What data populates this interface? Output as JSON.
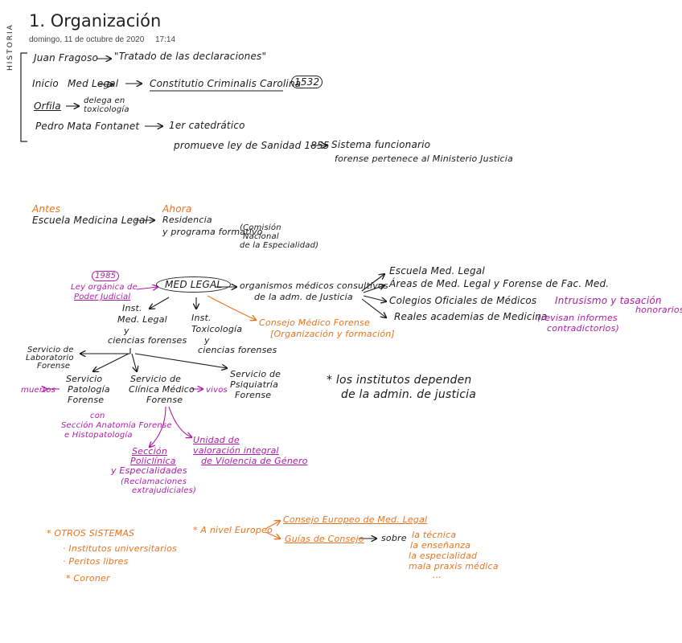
{
  "page": {
    "title": "1. Organización",
    "date": "domingo, 11 de octubre de 2020",
    "time": "17:14"
  },
  "historia": {
    "side_label": "HISTORIA",
    "line1_left": "Juan Fragoso",
    "line1_right": "\"Tratado de las declaraciones\"",
    "line2_a": "Inicio",
    "line2_b": "Med Legal",
    "line2_c": "Constitutio Criminalis Carolina",
    "line2_year": "1532",
    "line3_left": "Orfila",
    "line3_right_1": "delega en",
    "line3_right_2": "toxicología",
    "line4_left": "Pedro Mata Fontanet",
    "line4_right": "1er catedrático",
    "line5_left": "promueve ley de Sanidad 1855",
    "line5_right_1": "Sistema funcionario",
    "line5_right_2": "forense pertenece al Ministerio Justicia"
  },
  "antes_ahora": {
    "antes_label": "Antes",
    "antes_text": "Escuela Medicina Legal",
    "ahora_label": "Ahora",
    "ahora_1": "Residencia",
    "ahora_2": "y programa formativo",
    "ahora_note_1": "(Comisión",
    "ahora_note_2": "Nacional",
    "ahora_note_3": "de la Especialidad)"
  },
  "diagram": {
    "center": "MED LEGAL",
    "ley_year": "1985",
    "ley_1": "Ley orgánica de",
    "ley_2": "Poder Judicial",
    "organismos_1": "organismos médicos consultivos",
    "organismos_2": "de la adm. de Justicia",
    "escuela": "Escuela Med. Legal",
    "areas": "Áreas de Med. Legal y Forense de Fac. Med.",
    "colegios": "Colegios Oficiales de Médicos",
    "colegios_note_1": "Intrusismo y tasación",
    "colegios_note_2": "honorarios",
    "reales": "Reales academias de Medicina",
    "reales_note_1": "(revisan informes",
    "reales_note_2": "contradictorios)",
    "consejo_1": "Consejo Médico Forense",
    "consejo_2": "[Organización y formación]",
    "inst_1": "Inst.",
    "inst_2": "Med. Legal",
    "inst_3": "y",
    "inst_4": "ciencias forenses",
    "tox_1": "Inst.",
    "tox_2": "Toxicología",
    "tox_3": "y",
    "tox_4": "ciencias forenses",
    "lab_1": "Servicio de",
    "lab_2": "Laboratorio",
    "lab_3": "Forense",
    "pat_1": "Servicio",
    "pat_2": "Patología",
    "pat_3": "Forense",
    "muertos": "muertos",
    "clin_1": "Servicio de",
    "clin_2": "Clínica Médico",
    "clin_3": "Forense",
    "vivos": "vivos",
    "psi_1": "Servicio de",
    "psi_2": "Psiquiatría",
    "psi_3": "Forense",
    "con_1": "con",
    "con_2": "Sección Anatomía Forense",
    "con_3": "e Histopatología",
    "poli_1": "Sección",
    "poli_2": "Policlínica",
    "poli_3": "y Especialidades",
    "poli_4": "(Reclamaciones",
    "poli_5": "extrajudiciales)",
    "unidad_1": "Unidad de",
    "unidad_2": "valoración integral",
    "unidad_3": "de Violencia de Género",
    "note_institutos_1": "* los institutos dependen",
    "note_institutos_2": "de la admin. de justicia"
  },
  "otros": {
    "title": "* OTROS SISTEMAS",
    "item1": "· Institutos universitarios",
    "item2": "· Peritos libres",
    "item3": "* Coroner"
  },
  "europa": {
    "label": "* A nivel Europeo",
    "consejo": "Consejo Europeo de Med. Legal",
    "guias": "Guías de Consejo",
    "sobre": "sobre",
    "t1": "la técnica",
    "t2": "la enseñanza",
    "t3": "la especialidad",
    "t4": "mala praxis médica",
    "t5": "..."
  },
  "colors": {
    "ink": "#1a1a1a",
    "orange": "#e8731e",
    "magenta": "#b01aa8"
  }
}
